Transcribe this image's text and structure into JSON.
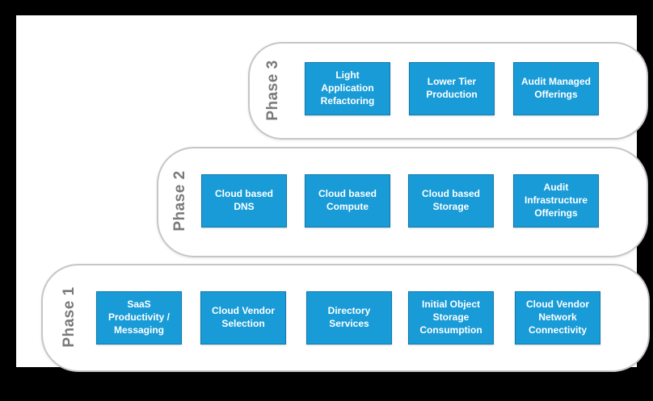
{
  "diagram": {
    "phases": [
      {
        "label": "Phase 3",
        "items": [
          "Light Application Refactoring",
          "Lower Tier Production",
          "Audit Managed Offerings"
        ]
      },
      {
        "label": "Phase 2",
        "items": [
          "Cloud based DNS",
          "Cloud based Compute",
          "Cloud based Storage",
          "Audit Infrastructure Offerings"
        ]
      },
      {
        "label": "Phase 1",
        "items": [
          "SaaS Productivity / Messaging",
          "Cloud Vendor Selection",
          "Directory Services",
          "Initial Object Storage Consumption",
          "Cloud Vendor Network Connectivity"
        ]
      }
    ]
  },
  "colors": {
    "frame": "#000000",
    "canvas": "#ffffff",
    "box_fill": "#189bd7",
    "box_border": "#1179ab",
    "box_text": "#ffffff",
    "container_border": "#c6c6c6",
    "phase_label_text": "#7a7a7a"
  }
}
